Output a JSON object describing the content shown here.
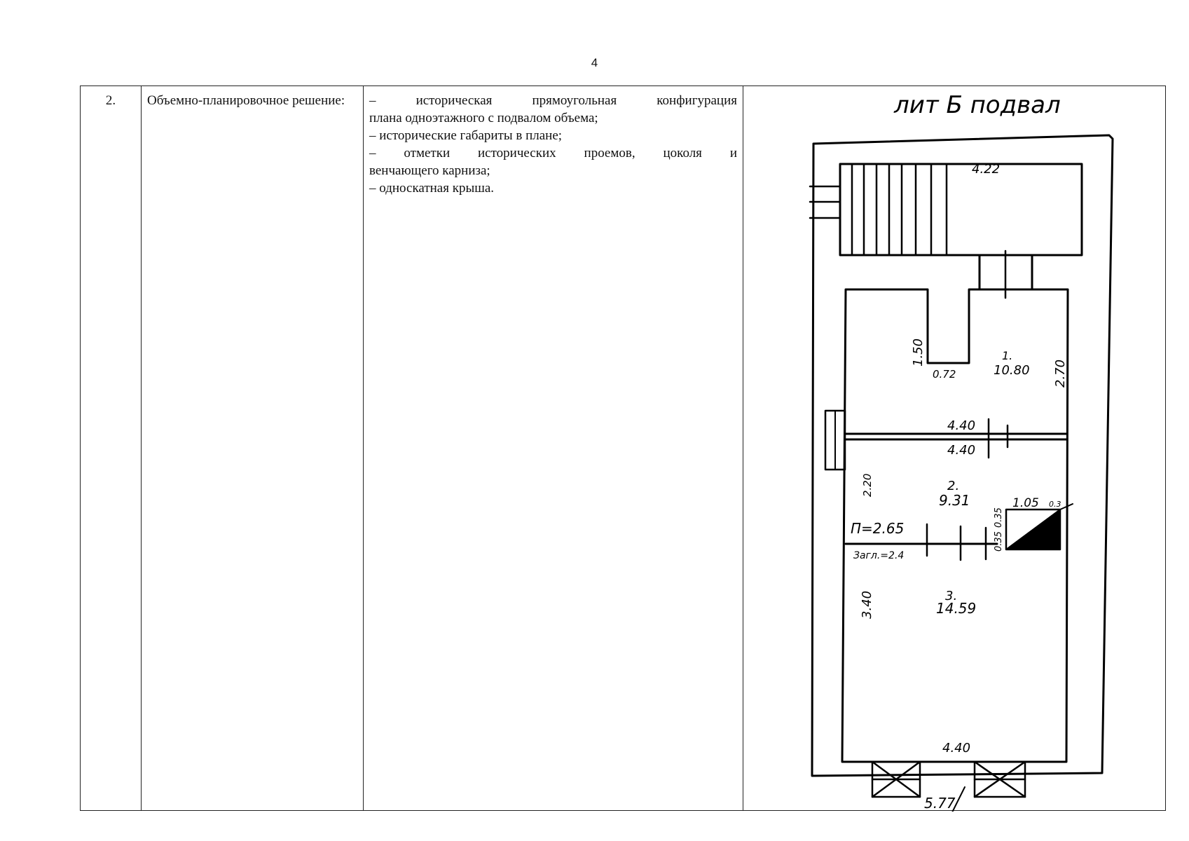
{
  "page": {
    "number": "4"
  },
  "row": {
    "num": "2.",
    "name": "Объемно-планировочное решение:",
    "description": [
      "– историческая прямоугольная конфигурация",
      "плана одноэтажного с подвалом объема;",
      "– исторические габариты в плане;",
      "– отметки исторических проемов, цоколя и",
      "венчающего карниза;",
      "– односкатная крыша."
    ]
  },
  "plan": {
    "title": "лит Б подвал",
    "labels": {
      "top_width": "4.22",
      "niche_depth": "1.50",
      "niche_width": "0.72",
      "room1_num": "1.",
      "room1_area": "10.80",
      "room1_length": "2.70",
      "partition_top": "4.40",
      "partition_bottom": "4.40",
      "room2_length": "2.20",
      "room2_num": "2.",
      "room2_area": "9.31",
      "height_label": "П=2.65",
      "zagl_label": "Загл.=2.4",
      "stair_v1": "0.35",
      "stair_v2": "0.35",
      "stair_w": "1.05",
      "stair_small": "0.3",
      "room3_length": "3.40",
      "room3_num": "3.",
      "room3_area": "14.59",
      "bottom_width": "4.40",
      "outer_width": "5.77"
    }
  }
}
